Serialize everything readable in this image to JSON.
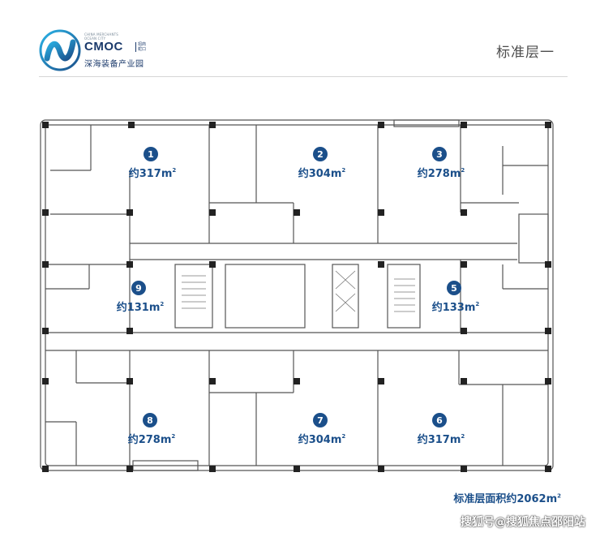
{
  "logo": {
    "small_text_1": "CHINA MERCHANTS",
    "small_text_2": "OCEAN CITY",
    "brand": "CMOC",
    "brand_sub_1": "招商",
    "brand_sub_2": "蛇口",
    "name_cn": "深海装备产业园"
  },
  "title": "标准层一",
  "total": {
    "text": "标准层面积约2062m",
    "sup": "2"
  },
  "watermark": "搜狐号@搜狐焦点邵阳站",
  "units": [
    {
      "num": "1",
      "area": "约317m",
      "sup": "2"
    },
    {
      "num": "2",
      "area": "约304m",
      "sup": "2"
    },
    {
      "num": "3",
      "area": "约278m",
      "sup": "2"
    },
    {
      "num": "9",
      "area": "约131m",
      "sup": "2"
    },
    {
      "num": "5",
      "area": "约133m",
      "sup": "2"
    },
    {
      "num": "8",
      "area": "约278m",
      "sup": "2"
    },
    {
      "num": "7",
      "area": "约304m",
      "sup": "2"
    },
    {
      "num": "6",
      "area": "约317m",
      "sup": "2"
    }
  ],
  "colors": {
    "badge": "#1b4f8a",
    "wall": "#555555",
    "accent": "#1b3a6b"
  }
}
